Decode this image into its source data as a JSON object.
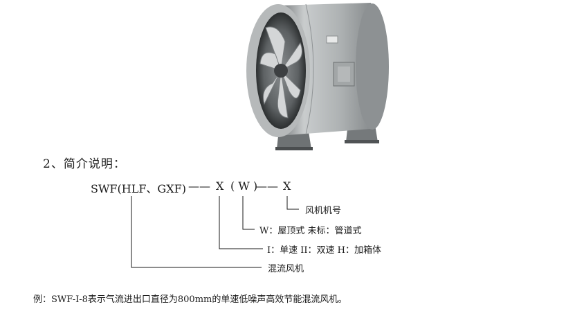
{
  "section": {
    "title": "2、简介说明："
  },
  "model_code": {
    "prefix": "SWF(HLF、GXF)",
    "dash1": "——",
    "x1": "X",
    "paren_w": "( W )",
    "dash2": "——",
    "x2": "X"
  },
  "legend": [
    {
      "text": "风机机号"
    },
    {
      "text": "W：屋顶式   未标：管道式"
    },
    {
      "text": "I：单速   II：双速  H：加箱体"
    },
    {
      "text": "混流风机"
    }
  ],
  "example": "例：SWF-I-8表示气流进出口直径为800mm的单速低噪声高效节能混流风机。"
}
